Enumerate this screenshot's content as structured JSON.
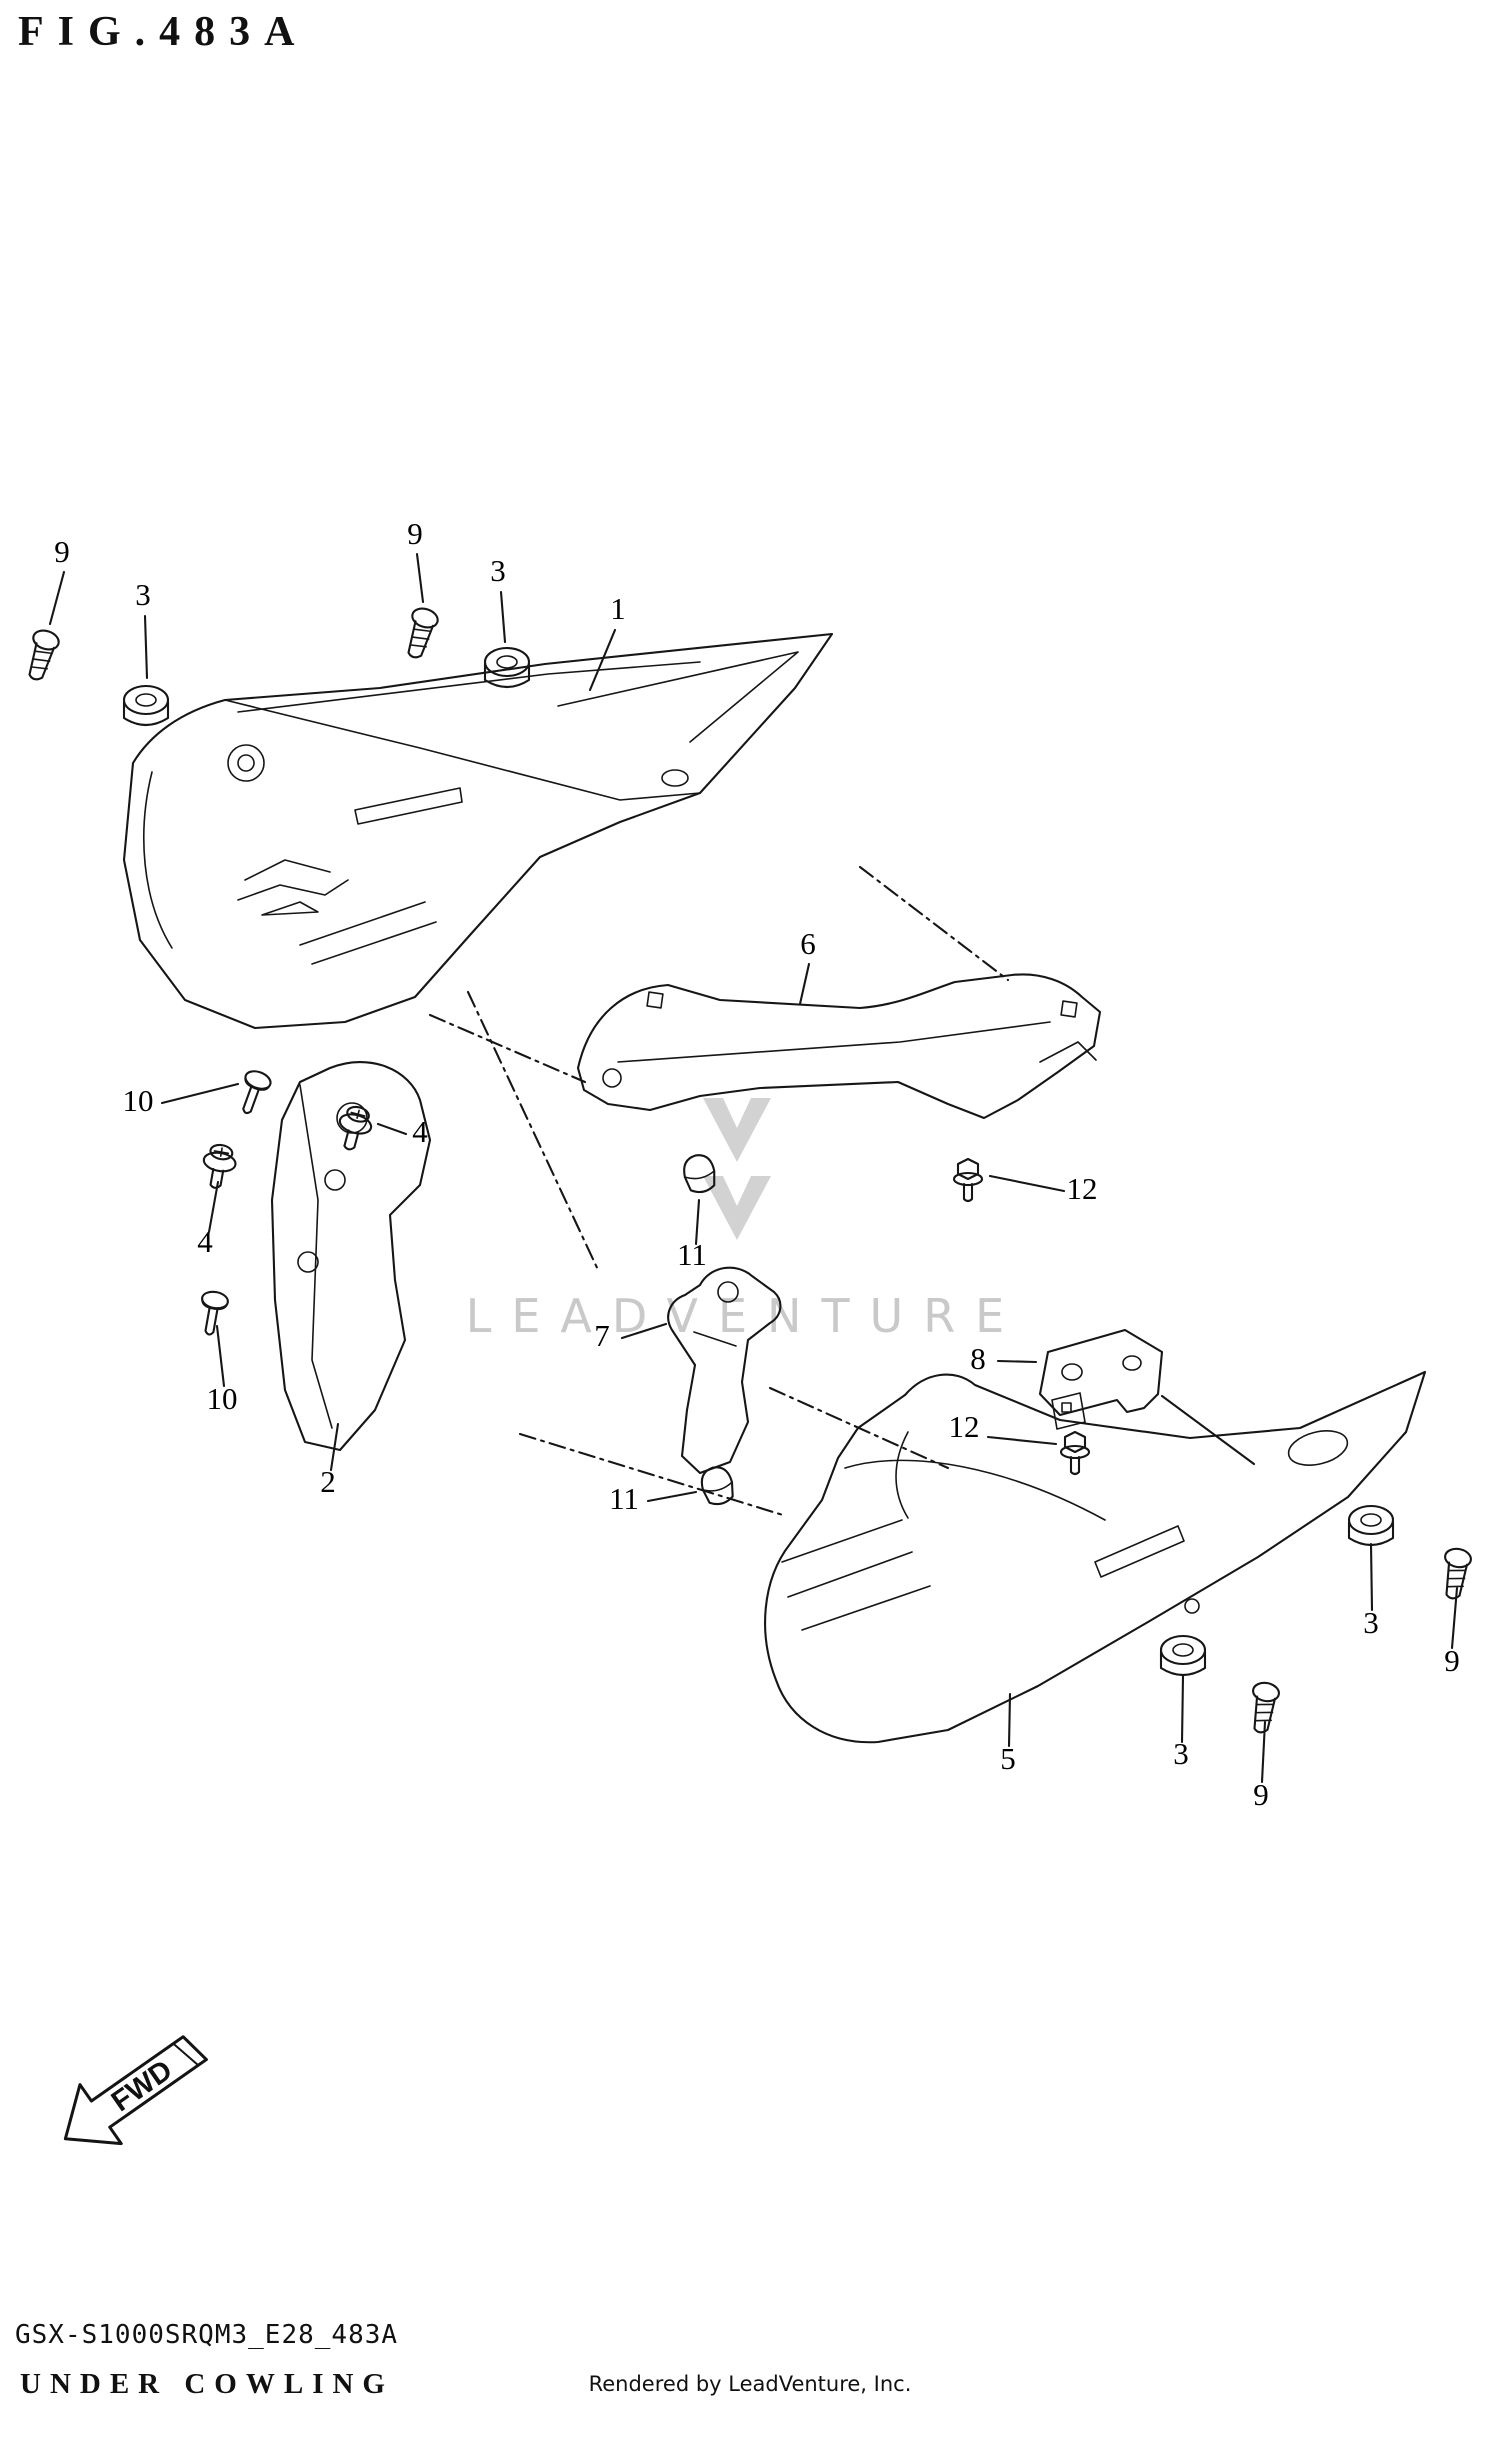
{
  "figure": {
    "title": "FIG.483A",
    "fwd_label": "FWD",
    "watermark": {
      "text": "LEADVENTURE"
    }
  },
  "callouts": [
    {
      "id": "9-top-left",
      "label": "9"
    },
    {
      "id": "3-top-left",
      "label": "3"
    },
    {
      "id": "9-top-mid",
      "label": "9"
    },
    {
      "id": "3-top-mid",
      "label": "3"
    },
    {
      "id": "1-upper-cowling",
      "label": "1"
    },
    {
      "id": "6-center-brace",
      "label": "6"
    },
    {
      "id": "10-upper",
      "label": "10"
    },
    {
      "id": "4-upper",
      "label": "4"
    },
    {
      "id": "4-lower",
      "label": "4"
    },
    {
      "id": "12-right",
      "label": "12"
    },
    {
      "id": "11-upper",
      "label": "11"
    },
    {
      "id": "7-stay-bracket",
      "label": "7"
    },
    {
      "id": "8-hinge-bracket",
      "label": "8"
    },
    {
      "id": "10-lower",
      "label": "10"
    },
    {
      "id": "12-lower",
      "label": "12"
    },
    {
      "id": "2-bracket",
      "label": "2"
    },
    {
      "id": "11-lower",
      "label": "11"
    },
    {
      "id": "3-right",
      "label": "3"
    },
    {
      "id": "9-right",
      "label": "9"
    },
    {
      "id": "5-lower-cowling",
      "label": "5"
    },
    {
      "id": "3-bottom",
      "label": "3"
    },
    {
      "id": "9-bottom",
      "label": "9"
    }
  ],
  "footer": {
    "model_code": "GSX-S1000SRQM3_E28_483A",
    "figure_name": "UNDER COWLING",
    "credit": "Rendered by LeadVenture, Inc."
  }
}
